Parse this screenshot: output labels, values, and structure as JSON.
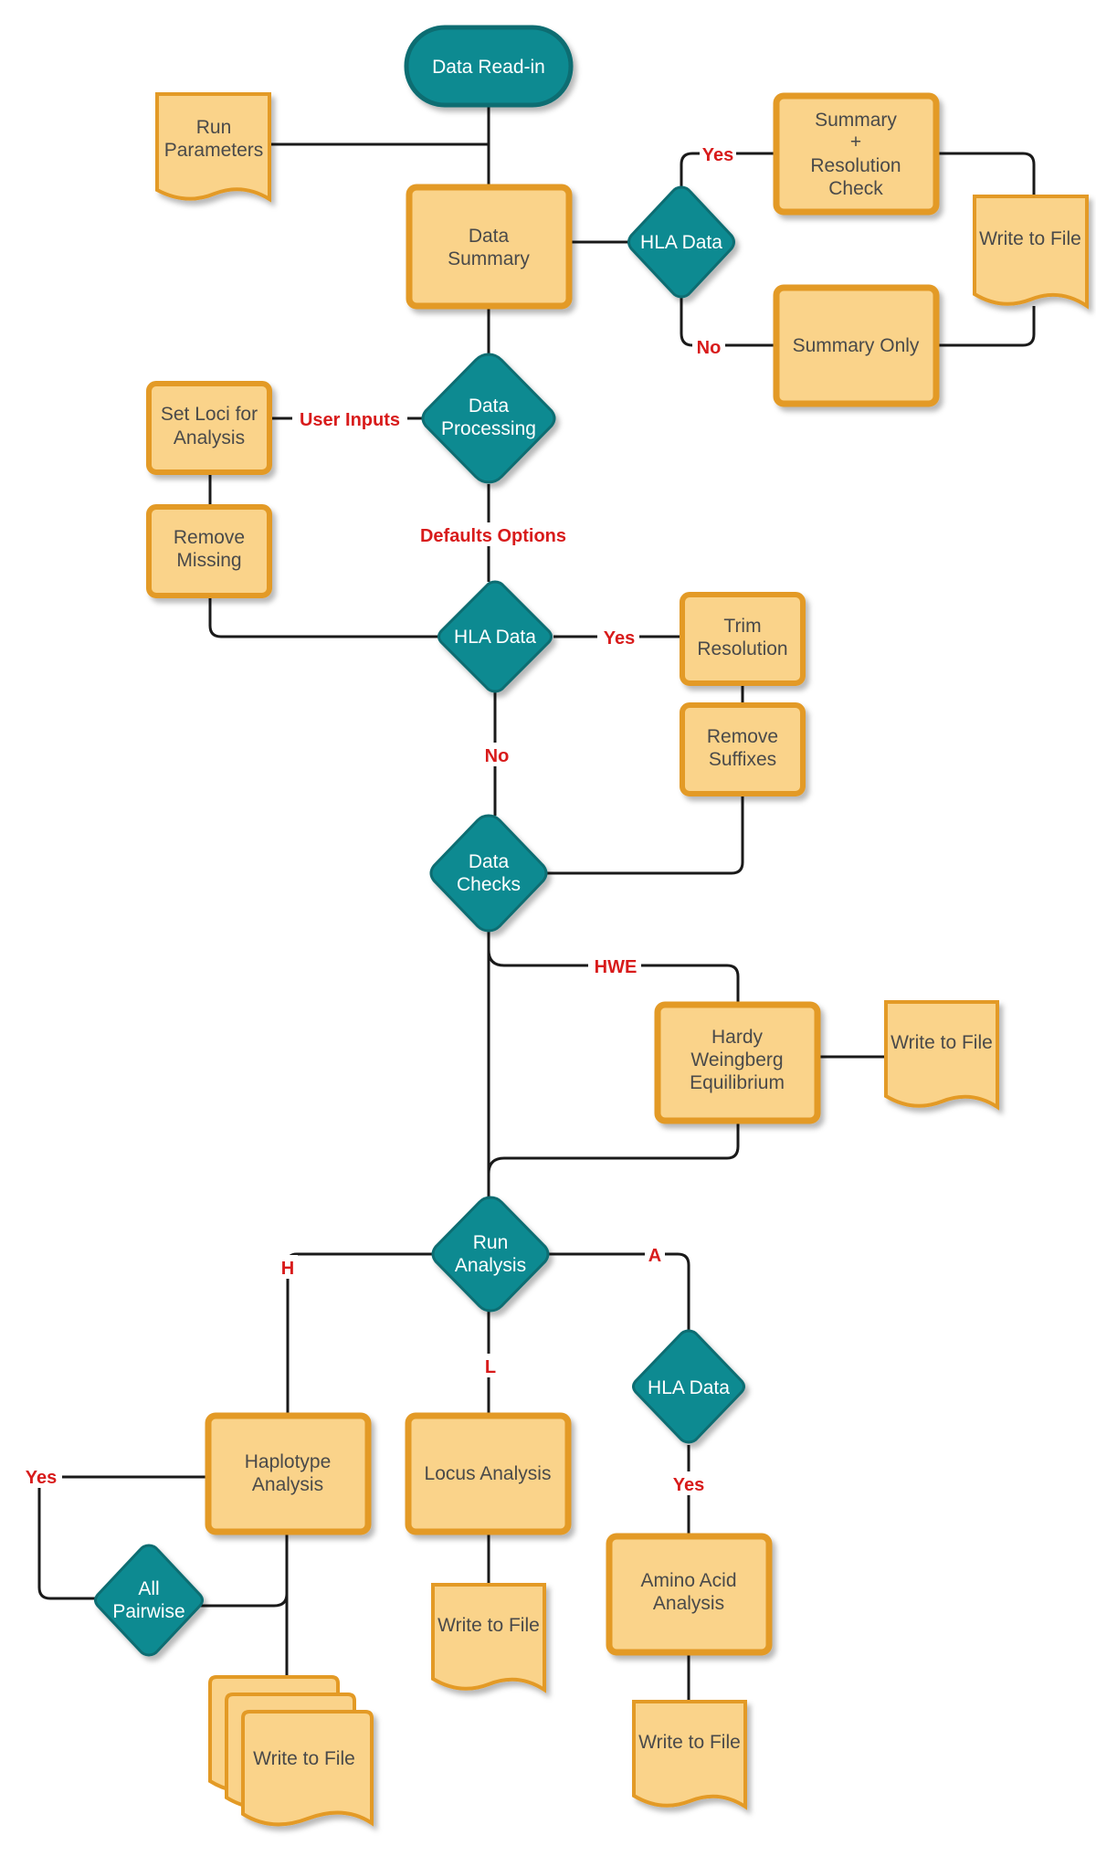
{
  "nodes": {
    "start": "Data Read-in",
    "run_params": [
      "Run",
      "Parameters"
    ],
    "data_summary": [
      "Data",
      "Summary"
    ],
    "hla_data_1": "HLA Data",
    "summary_resolution": [
      "Summary",
      "+",
      "Resolution",
      "Check"
    ],
    "write_file_1": "Write to File",
    "summary_only": "Summary Only",
    "data_processing": [
      "Data",
      "Processing"
    ],
    "set_loci": [
      "Set Loci for",
      "Analysis"
    ],
    "remove_missing": [
      "Remove",
      "Missing"
    ],
    "hla_data_2": "HLA Data",
    "trim_resolution": [
      "Trim",
      "Resolution"
    ],
    "remove_suffixes": [
      "Remove",
      "Suffixes"
    ],
    "data_checks": [
      "Data",
      "Checks"
    ],
    "hwe_box": [
      "Hardy",
      "Weingberg",
      "Equilibrium"
    ],
    "write_file_hwe": "Write to File",
    "run_analysis": [
      "Run",
      "Analysis"
    ],
    "haplotype": [
      "Haplotype",
      "Analysis"
    ],
    "all_pairwise": [
      "All",
      "Pairwise"
    ],
    "write_file_multi": "Write to File",
    "locus": "Locus Analysis",
    "write_file_locus": "Write to File",
    "hla_data_3": "HLA Data",
    "amino_acid": [
      "Amino Acid",
      "Analysis"
    ],
    "write_file_aa": "Write to File"
  },
  "edge_labels": {
    "yes_1": "Yes",
    "no_1": "No",
    "user_inputs": "User Inputs",
    "defaults": "Defaults Options",
    "yes_2": "Yes",
    "no_2": "No",
    "hwe": "HWE",
    "h": "H",
    "a": "A",
    "l": "L",
    "yes_hap": "Yes",
    "yes_aa": "Yes"
  },
  "colors": {
    "box_fill": "#fad38a",
    "box_border": "#e39a25",
    "diamond_fill": "#0c8a91",
    "diamond_border": "#0a6d72",
    "edge_label": "#d81b1b",
    "connector": "#1a1a1a"
  }
}
